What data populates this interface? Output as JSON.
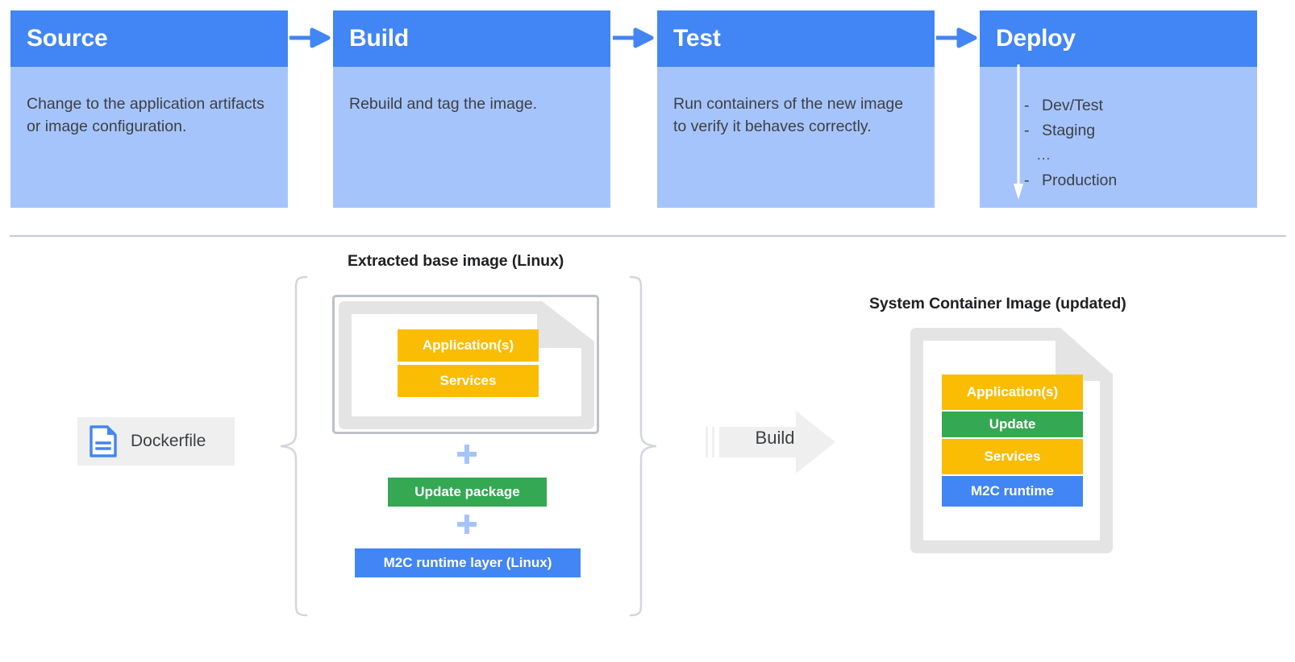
{
  "pipeline": {
    "stages": [
      {
        "title": "Source",
        "description": "Change to the application artifacts or image configuration."
      },
      {
        "title": "Build",
        "description": "Rebuild and tag the image."
      },
      {
        "title": "Test",
        "description": "Run containers of the new image to verify it behaves correctly."
      },
      {
        "title": "Deploy",
        "description": ""
      }
    ],
    "deploy_items": [
      {
        "marker": "-",
        "label": "Dev/Test"
      },
      {
        "marker": "-",
        "label": "Staging"
      },
      {
        "marker": "...",
        "label": ""
      },
      {
        "marker": "-",
        "label": "Production"
      }
    ]
  },
  "build_flow": {
    "dockerfile_label": "Dockerfile",
    "base_caption": "Extracted base image (Linux)",
    "base_layers": [
      {
        "label": "Application(s)",
        "color": "#FBBC04"
      },
      {
        "label": "Services",
        "color": "#FBBC04"
      }
    ],
    "plus_symbol": "+",
    "update_package_label": "Update package",
    "runtime_layer_label": "M2C runtime layer (Linux)",
    "build_action_label": "Build",
    "system_caption": "System Container Image (updated)",
    "system_layers": [
      {
        "label": "Application(s)",
        "color": "#FBBC04"
      },
      {
        "label": "Update",
        "color": "#34A853"
      },
      {
        "label": "Services",
        "color": "#FBBC04"
      },
      {
        "label": "M2C runtime",
        "color": "#4285F4"
      }
    ]
  },
  "colors": {
    "header_blue": "#4285F4",
    "body_blue": "#A6C4FC",
    "amber": "#FBBC04",
    "green": "#34A853",
    "blue": "#4285F4",
    "gray_border": "#BDC1C6",
    "gray_fill": "#E4E4E4",
    "divider": "#C5CBD3",
    "text_dark": "#3C4043",
    "plus_blue": "#A6C4FC"
  }
}
